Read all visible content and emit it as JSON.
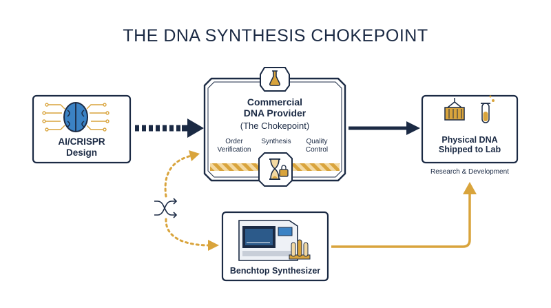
{
  "title": "THE DNA SYNTHESIS CHOKEPOINT",
  "nodes": {
    "ai_design": {
      "line1": "AI/CRISPR",
      "line2": "Design"
    },
    "provider": {
      "line1": "Commercial",
      "line2": "DNA Provider",
      "subtitle": "(The Chokepoint)",
      "steps": [
        {
          "line1": "Order",
          "line2": "Verification"
        },
        {
          "line1": "Synthesis",
          "line2": ""
        },
        {
          "line1": "Quality",
          "line2": "Control"
        }
      ]
    },
    "physical_dna": {
      "line1": "Physical DNA",
      "line2": "Shipped to Lab",
      "caption": "Research & Development"
    },
    "benchtop": {
      "label": "Benchtop Synthesizer"
    }
  },
  "colors": {
    "navy": "#1b2a44",
    "gold": "#d9a43c",
    "light_gold": "#f3d9a2",
    "blue": "#3b82c4"
  }
}
